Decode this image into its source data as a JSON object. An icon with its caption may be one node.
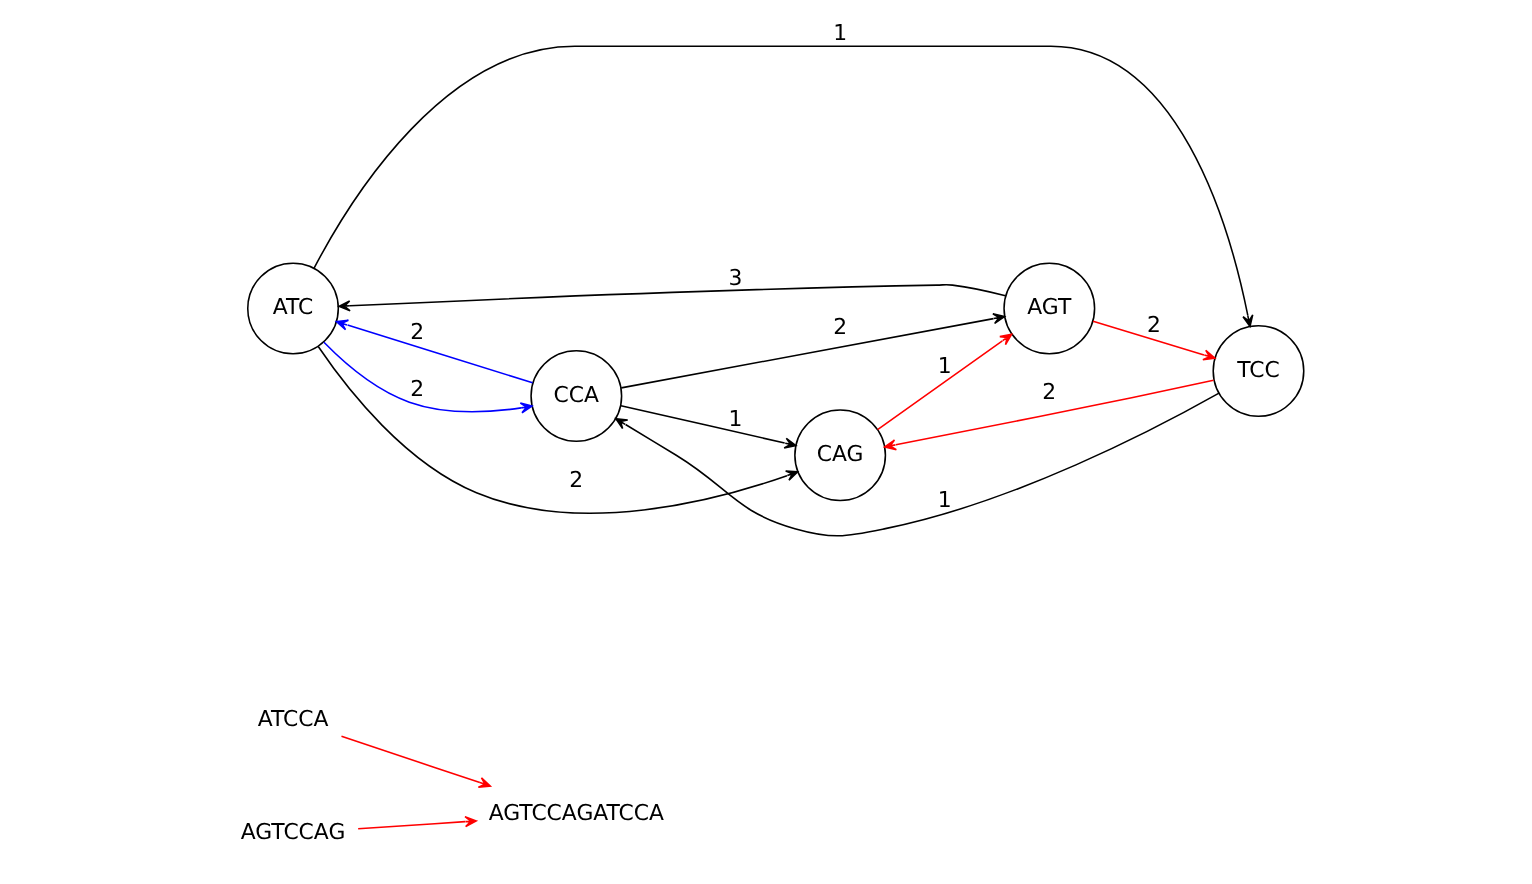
{
  "diagram": {
    "nodes": [
      {
        "text": [
          "ATCCA"
        ]
      },
      {
        "text": [
          "ATC"
        ]
      },
      {
        "text": [
          "AGTCCAGATCCA"
        ]
      },
      {
        "text": [
          "AGT"
        ]
      },
      {
        "text": [
          "CCA"
        ]
      },
      {
        "text": [
          "AGTCCAG"
        ]
      },
      {
        "text": [
          "CAG"
        ]
      },
      {
        "text": [
          "TCC"
        ]
      }
    ],
    "edges": [
      {
        "from": 0,
        "to": 2,
        "arrow": "to",
        "color": "#ff0000"
      },
      {
        "from": 5,
        "to": 2,
        "arrow": "to",
        "color": "#ff0000"
      },
      {
        "from": 3,
        "to": 1,
        "arrow": "to",
        "label": "3"
      },
      {
        "from": 1,
        "to": 4,
        "arrow": "to",
        "label": "2",
        "color": "#0000ff"
      },
      {
        "from": 4,
        "to": 1,
        "arrow": "to",
        "label": "2",
        "color": "#0000ff"
      },
      {
        "from": 4,
        "to": 3,
        "arrow": "to",
        "label": "2"
      },
      {
        "from": 1,
        "to": 6,
        "arrow": "to",
        "label": "2"
      },
      {
        "from": 1,
        "to": 7,
        "arrow": "to",
        "label": "1"
      },
      {
        "from": 3,
        "to": 7,
        "arrow": "to",
        "label": "2",
        "color": "#ff0000"
      },
      {
        "from": 4,
        "to": 6,
        "arrow": "to",
        "label": "1"
      },
      {
        "from": 7,
        "to": 4,
        "arrow": "to",
        "label": "1"
      },
      {
        "from": 6,
        "to": 3,
        "arrow": "to",
        "label": "1",
        "color": "#ff0000"
      },
      {
        "from": 7,
        "to": 6,
        "arrow": "to",
        "label": "2",
        "color": "#ff0000"
      }
    ]
  }
}
